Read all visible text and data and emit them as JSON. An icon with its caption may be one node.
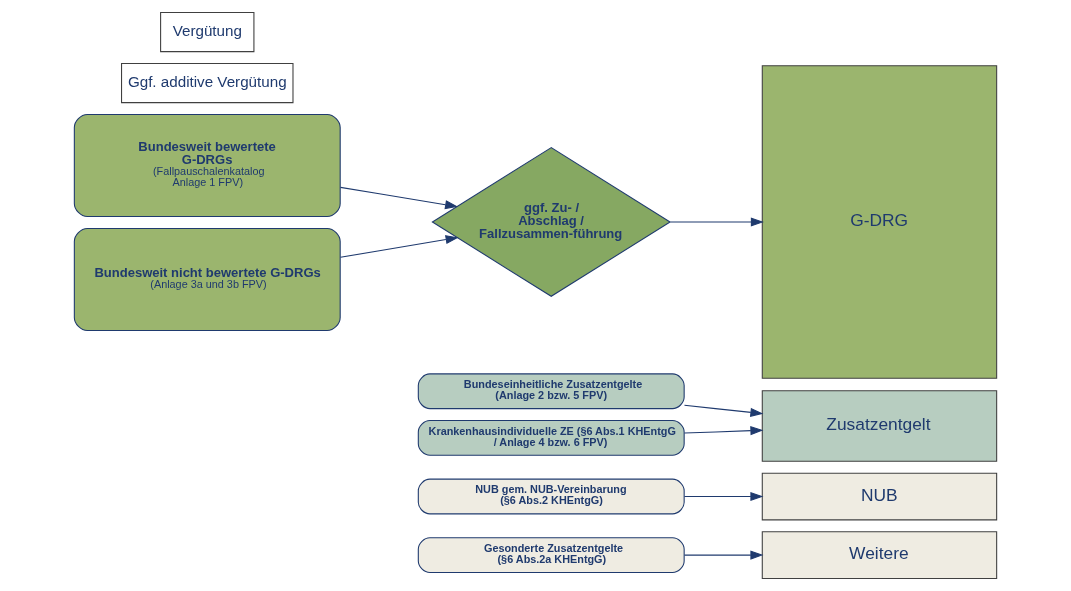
{
  "diagram": {
    "nodes": [
      {
        "text": [
          "Gesonderte Zusatzentgelte (§6 Abs.2a KHEntgG)"
        ]
      },
      {
        "text": [
          "NUB gem. NUB-Vereinbarung (§6 Abs.2 KHEntgG)"
        ]
      },
      {
        "text": [
          "Bundeseinheitliche Zusatzentgelte (Anlage 2 bzw. 5 FPV)"
        ]
      },
      {
        "text": [
          "Krankenhausindividuelle ZE (§6 Abs.1 KHEntgG / Anlage 4 bzw. 6 FPV)"
        ]
      },
      {
        "text": [
          "Bundesweit bewertete G-DRGs",
          "(Fallpauschalenkatalog Anlage 1 FPV)"
        ]
      },
      {
        "text": [
          "Bundesweit nicht bewertete G-DRGs",
          "(Anlage 3a und 3b FPV)"
        ]
      },
      {
        "text": [
          "ggf. Zu- / Abschlag / Fallzusammen-führung"
        ]
      },
      {
        "text": [
          "Weitere"
        ]
      },
      {
        "text": [
          "NUB"
        ]
      },
      {
        "text": [
          "Zusatzentgelt"
        ]
      },
      {
        "text": [
          "G-DRG"
        ]
      }
    ],
    "edges": [
      {
        "from": 0,
        "to": 7,
        "arrow": "to"
      },
      {
        "from": 1,
        "to": 8,
        "arrow": "to"
      },
      {
        "from": 2,
        "to": 9,
        "arrow": "to"
      },
      {
        "from": 3,
        "to": 9,
        "arrow": "to"
      },
      {
        "from": 4,
        "to": 6,
        "arrow": "to"
      },
      {
        "from": 5,
        "to": 6,
        "arrow": "to"
      },
      {
        "from": 6,
        "to": 10,
        "arrow": "to"
      }
    ],
    "labels": [
      "Ggf. additive Vergütung",
      "Vergütung"
    ]
  }
}
